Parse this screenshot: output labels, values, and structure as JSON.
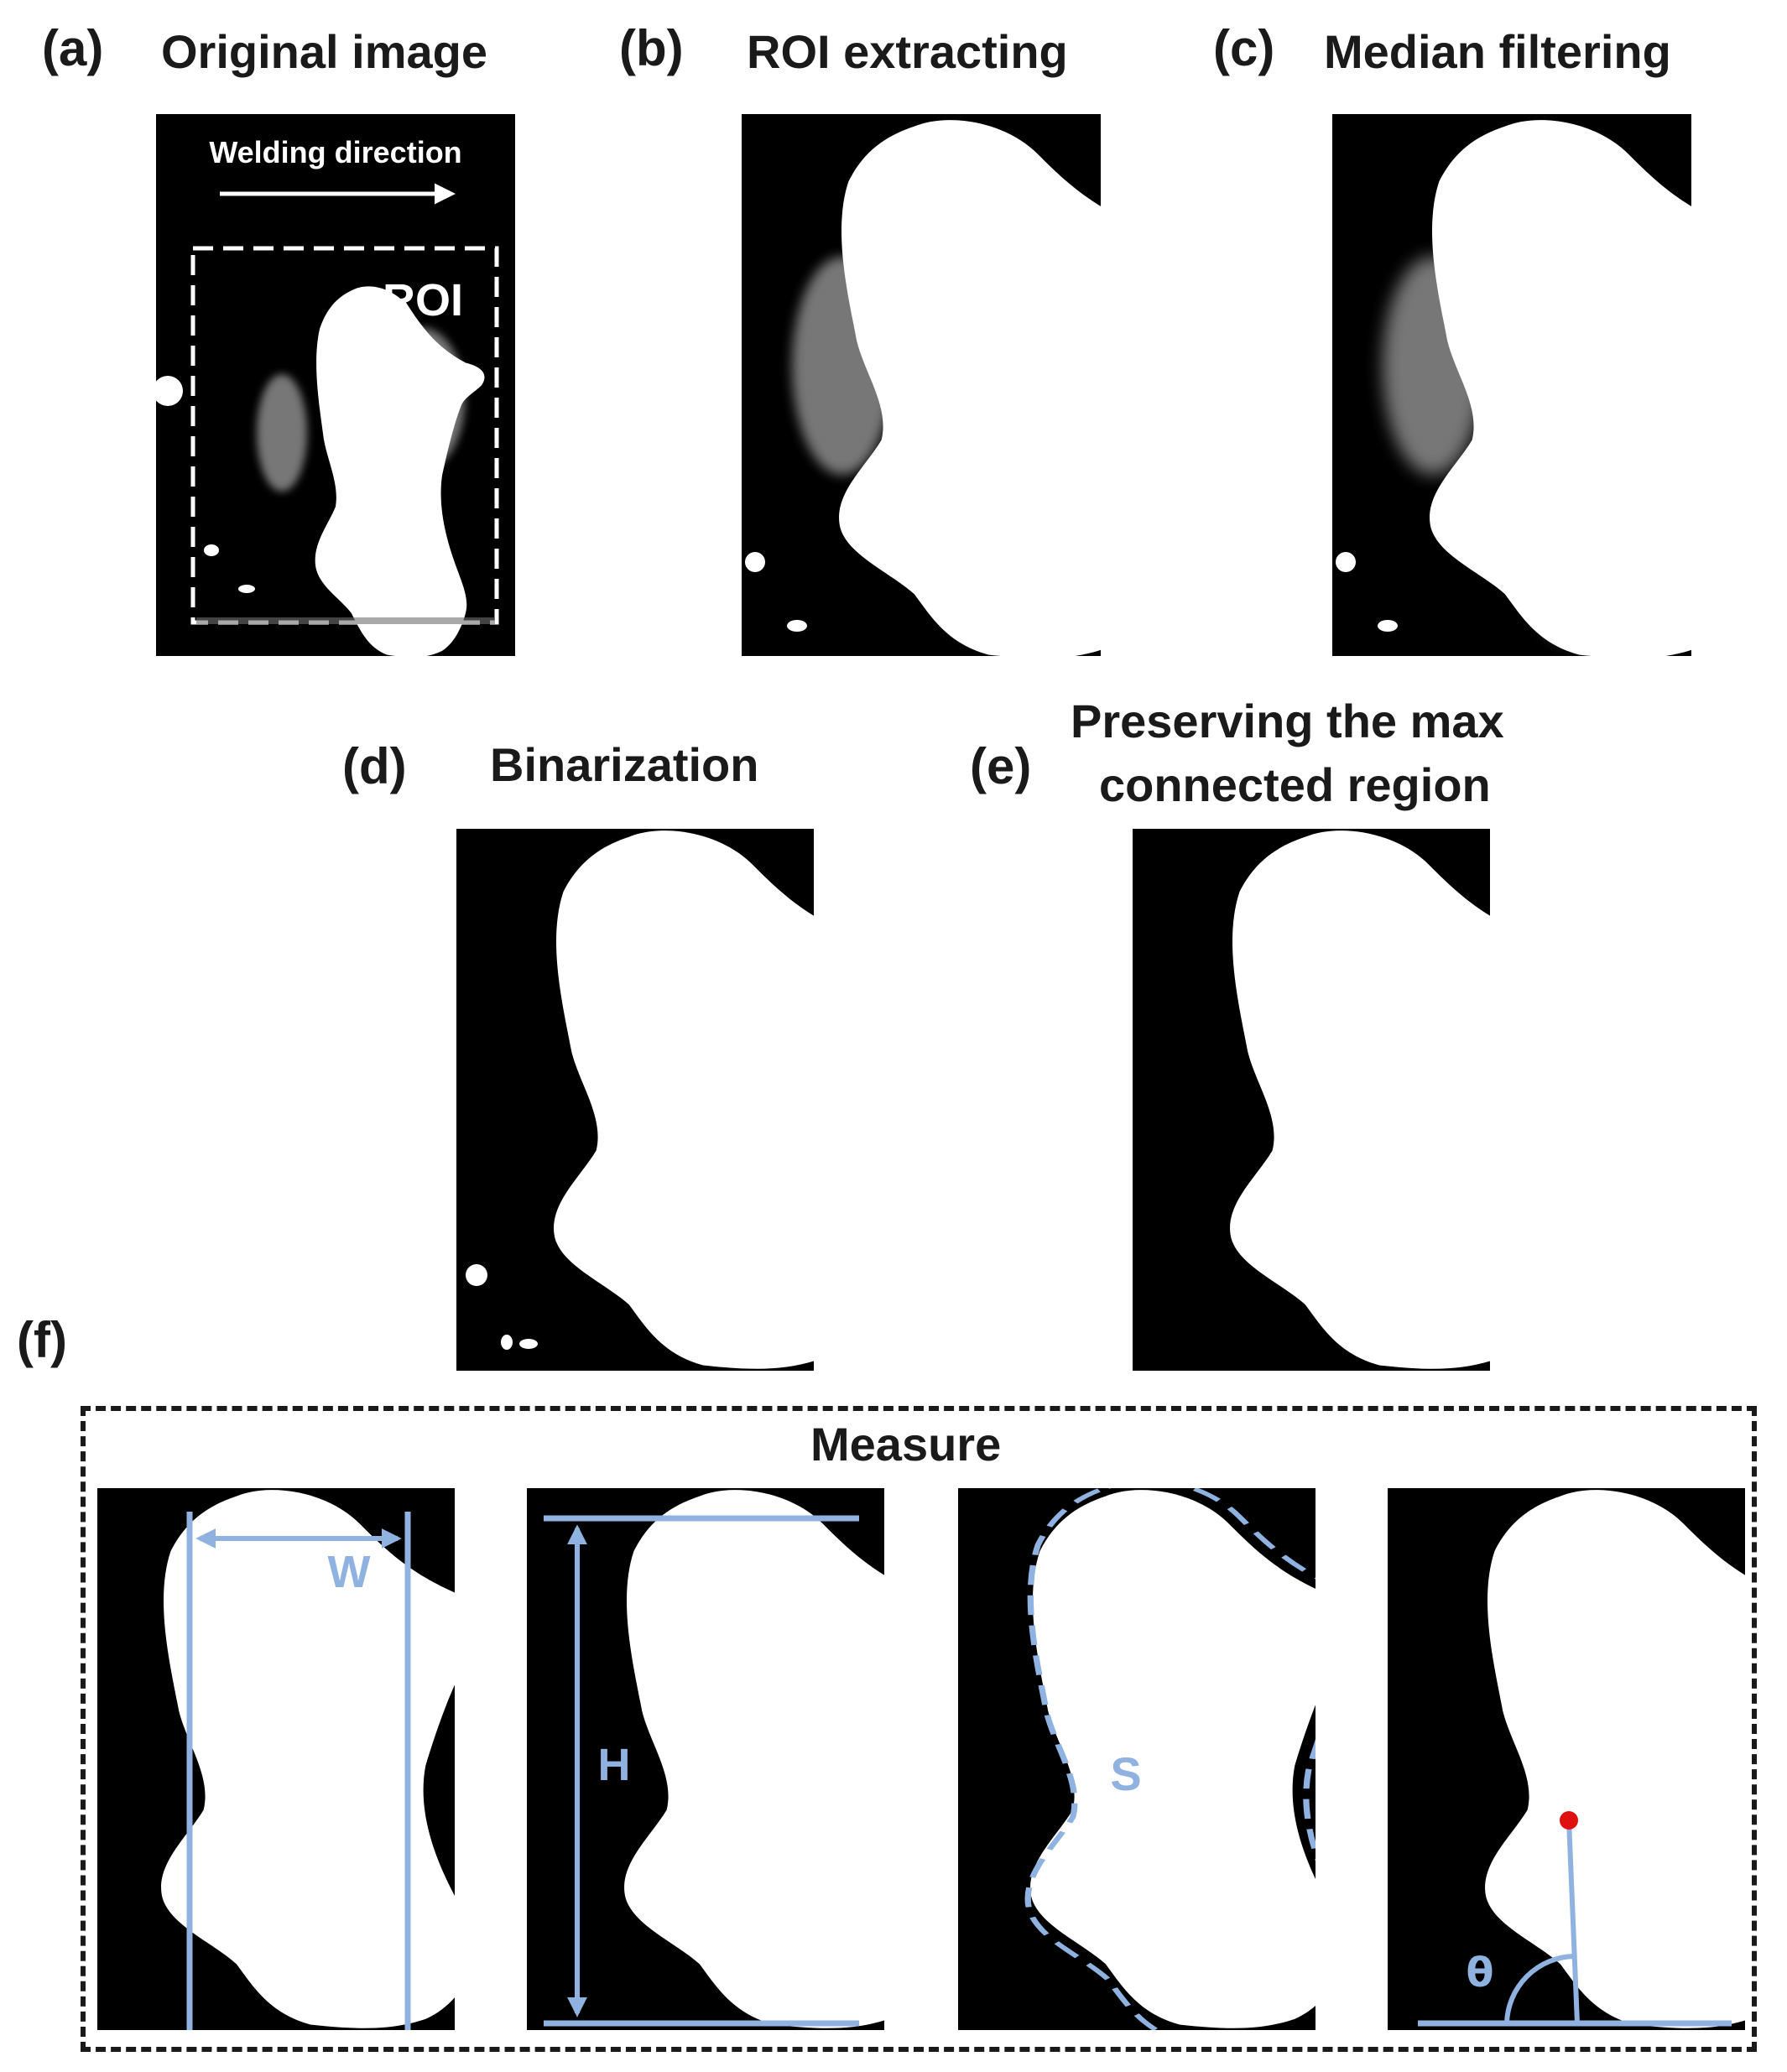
{
  "panels": {
    "a": {
      "label": "(a)",
      "title": "Original image",
      "direction_text": "Welding direction",
      "roi_text": "ROI"
    },
    "b": {
      "label": "(b)",
      "title": "ROI extracting"
    },
    "c": {
      "label": "(c)",
      "title": "Median filtering"
    },
    "d": {
      "label": "(d)",
      "title": "Binarization"
    },
    "e": {
      "label": "(e)",
      "title_line1": "Preserving the max",
      "title_line2": "connected region"
    },
    "f": {
      "label": "(f)",
      "title": "Measure",
      "symbols": {
        "width": "W",
        "height": "H",
        "area": "S",
        "angle": "θ"
      }
    }
  },
  "colors": {
    "annotation_blue": "#8fb2e0",
    "centroid_red": "#e01010",
    "text": "#1a1a1a",
    "panel_bg": "#000000"
  }
}
